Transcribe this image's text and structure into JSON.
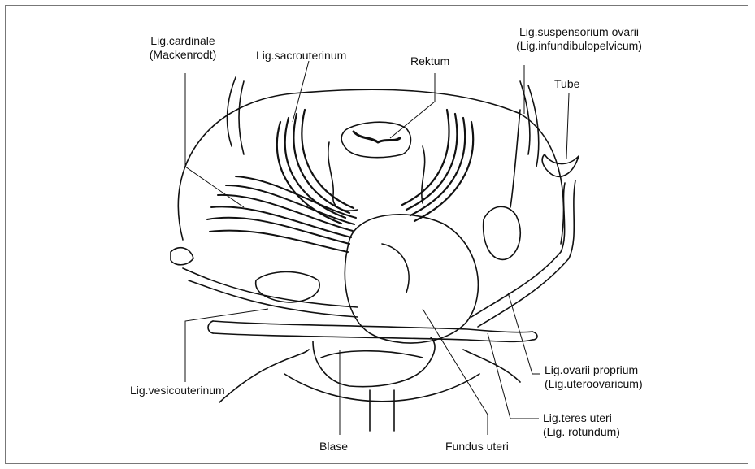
{
  "labels": {
    "lig_cardinale": [
      "Lig.cardinale",
      "(Mackenrodt)"
    ],
    "lig_sacrouterinum": "Lig.sacrouterinum",
    "rektum": "Rektum",
    "lig_suspensorium": [
      "Lig.suspensorium ovarii",
      "(Lig.infundibulopelvicum)"
    ],
    "tube": "Tube",
    "lig_vesicouterinum": "Lig.vesicouterinum",
    "lig_ovarii_proprium": [
      "Lig.ovarii proprium",
      "(Lig.uteroovaricum)"
    ],
    "lig_teres": [
      "Lig.teres uteri",
      "(Lig. rotundum)"
    ],
    "blase": "Blase",
    "fundus": "Fundus uteri"
  }
}
